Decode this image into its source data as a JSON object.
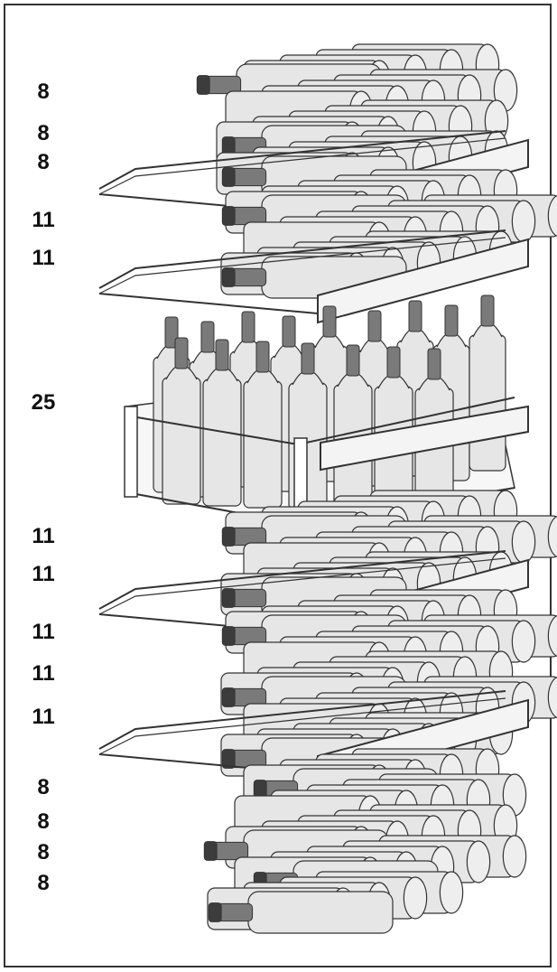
{
  "counts": [
    "8",
    "8",
    "8",
    "11",
    "11",
    "25",
    "11",
    "11",
    "11",
    "11",
    "11",
    "8",
    "8",
    "8",
    "8"
  ],
  "colors": {
    "bottle": "#e6e6e6",
    "bottle_dark": "#7a7a7a",
    "cap": "#3c3c3c",
    "line": "#333333",
    "shelf": "#f4f4f4"
  }
}
